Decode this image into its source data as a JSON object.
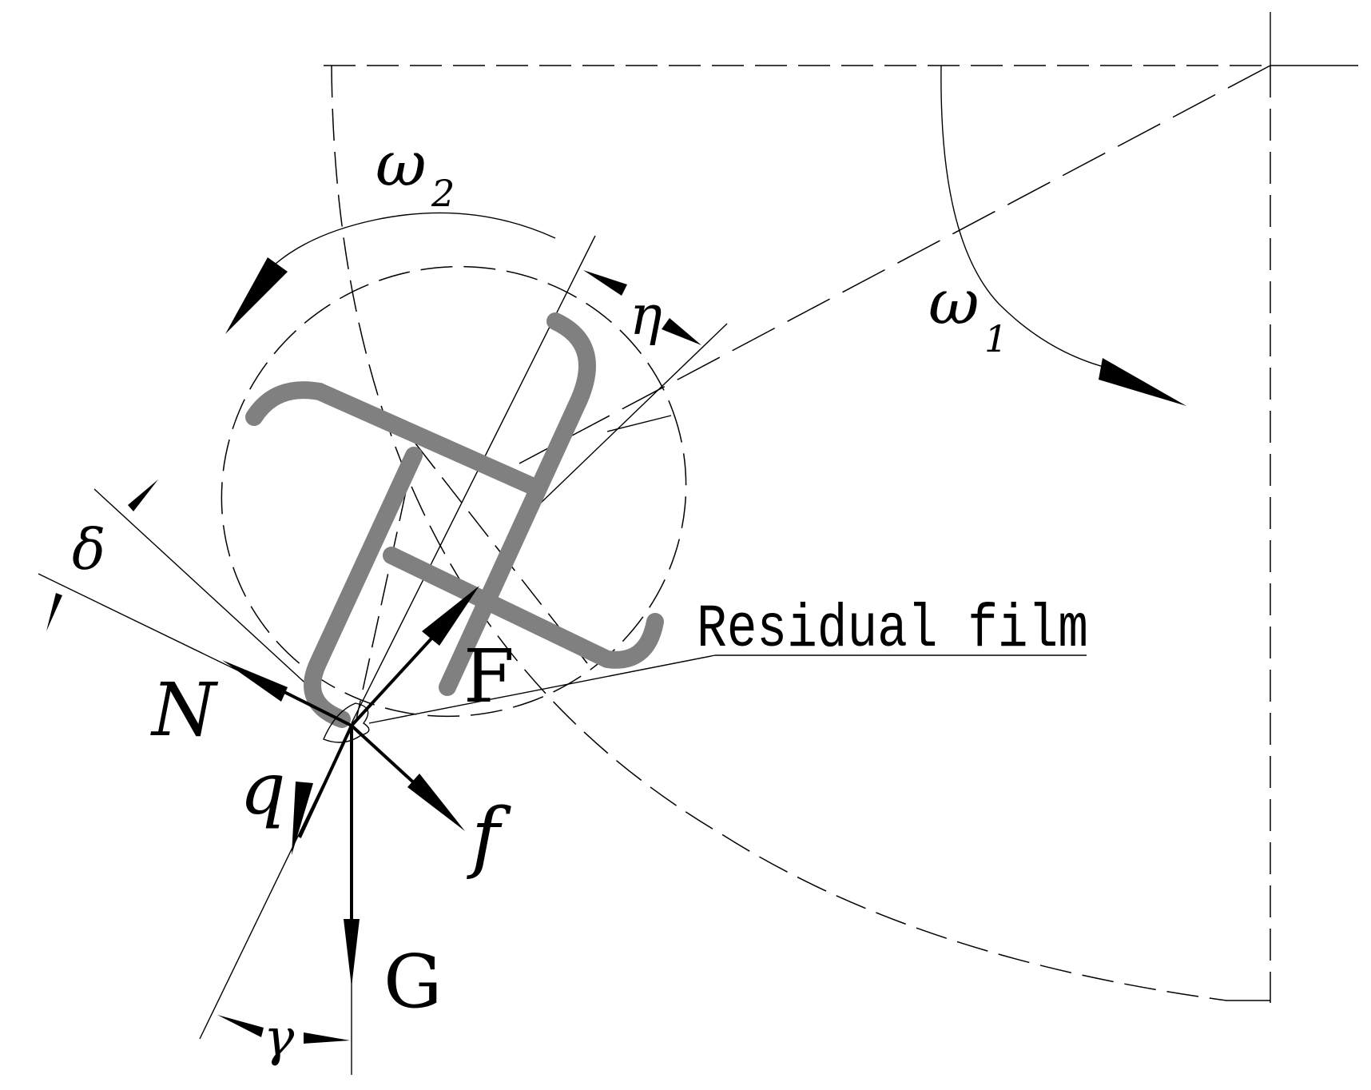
{
  "labels": {
    "omega2": "ω",
    "omega2_sub": "2",
    "omega1": "ω",
    "omega1_sub": "1",
    "eta": "η",
    "delta": "δ",
    "gamma": "γ",
    "force_N": "N",
    "force_F": "F",
    "force_q": "q",
    "force_f": "f",
    "force_G": "G",
    "residual_film": "Residual film"
  }
}
